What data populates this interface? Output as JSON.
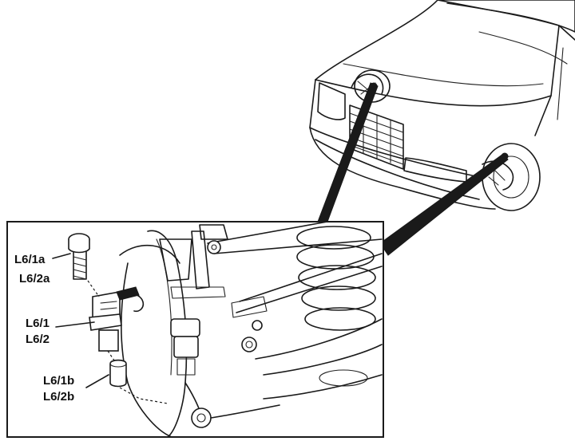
{
  "callouts": {
    "upper_pair": [
      "L6/1a",
      "L6/2a"
    ],
    "middle_pair": [
      "L6/1",
      "L6/2"
    ],
    "lower_pair": [
      "L6/1b",
      "L6/2b"
    ]
  },
  "colors": {
    "ink": "#1a1a1a",
    "paper": "#ffffff"
  }
}
